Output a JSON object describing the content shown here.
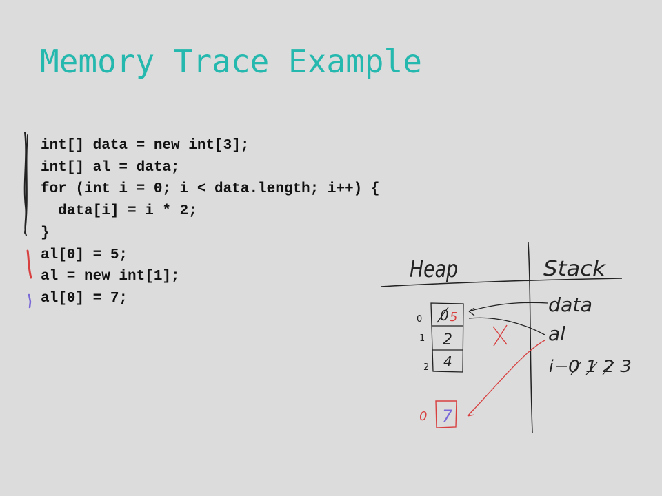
{
  "slide": {
    "title": "Memory Trace Example"
  },
  "code": {
    "lines": [
      "int[] data = new int[3];",
      "int[] al = data;",
      "for (int i = 0; i < data.length; i++) {",
      "  data[i] = i * 2;",
      "}",
      "al[0] = 5;",
      "al = new int[1];",
      "al[0] = 7;"
    ]
  },
  "annotations": {
    "heap_label": "Heap",
    "stack_label": "Stack",
    "var_data": "data",
    "var_al": "al",
    "var_i": "i",
    "i_values": "0 1 2 3",
    "heap_array": {
      "indices": [
        "0",
        "1",
        "2"
      ],
      "values": [
        "0",
        "2",
        "4"
      ],
      "overwritten_value": "5"
    },
    "new_array": {
      "index": "0",
      "value": "7"
    },
    "colors": {
      "title": "#25b8ae",
      "ink_black": "#222222",
      "ink_red": "#e04848",
      "ink_purple": "#7a6ad8"
    }
  }
}
